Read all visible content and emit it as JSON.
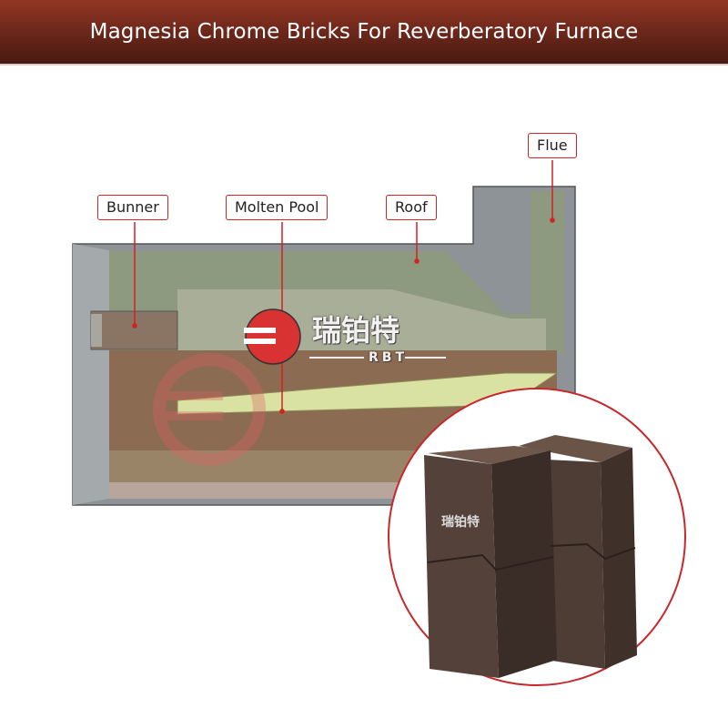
{
  "header": {
    "title": "Magnesia Chrome Bricks For Reverberatory Furnace"
  },
  "labels": {
    "burner": "Bunner",
    "molten_pool": "Molten Pool",
    "roof": "Roof",
    "flue": "Flue"
  },
  "logo": {
    "chinese": "瑞铂特",
    "latin": "RBT"
  },
  "colors": {
    "header_top": "#923624",
    "header_bottom": "#471911",
    "label_border": "#c8282a",
    "brick": "#4a3a33",
    "inset_border": "#c8282a"
  }
}
